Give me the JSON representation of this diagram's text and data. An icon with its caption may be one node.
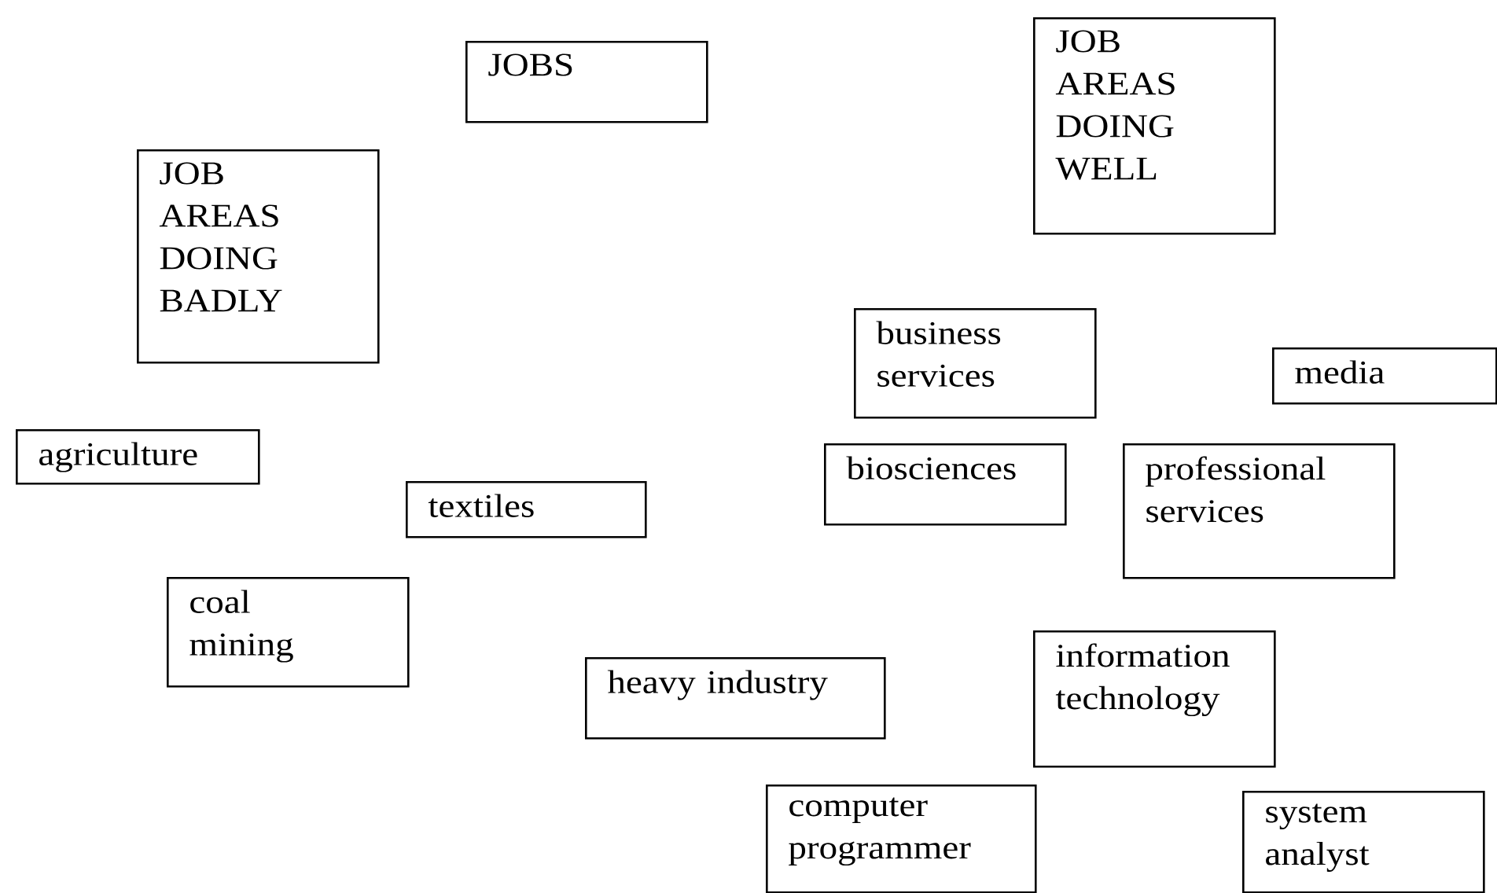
{
  "diagram": {
    "nodes": [
      {
        "text": [
          "JOBS"
        ]
      },
      {
        "text": [
          "JOB AREAS DOING WELL"
        ]
      },
      {
        "text": [
          "JOB AREAS DOING BADLY"
        ]
      },
      {
        "text": [
          "business services"
        ]
      },
      {
        "text": [
          "media"
        ]
      },
      {
        "text": [
          "agriculture"
        ]
      },
      {
        "text": [
          "biosciences"
        ]
      },
      {
        "text": [
          "textiles"
        ]
      },
      {
        "text": [
          "professional services"
        ]
      },
      {
        "text": [
          "coal mining"
        ]
      },
      {
        "text": [
          "heavy industry"
        ]
      },
      {
        "text": [
          "information technology"
        ]
      },
      {
        "text": [
          "computer programmer"
        ]
      },
      {
        "text": [
          "system analyst"
        ]
      }
    ]
  }
}
